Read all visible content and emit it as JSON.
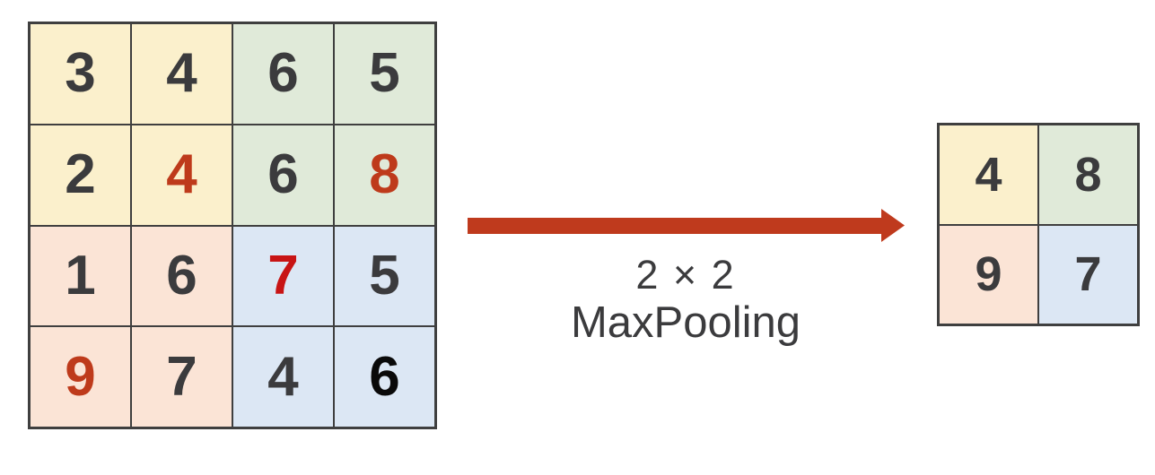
{
  "diagram": {
    "kind": "maxpooling-illustration",
    "operation": {
      "kernel_label": "2 × 2",
      "name_label": "MaxPooling"
    }
  },
  "colors": {
    "quadrant_yellow": "#FBF0CC",
    "quadrant_green": "#E0EAD9",
    "quadrant_peach": "#FBE4D6",
    "quadrant_blue": "#DCE7F4",
    "grid_border": "#3F3F3F",
    "number_dark": "#3B3B3D",
    "number_black": "#0A0A0A",
    "number_brick_red": "#BE3A1B",
    "number_bright_red": "#C81414",
    "arrow_red": "#BF3A1D",
    "label_text": "#3B3B3D"
  },
  "input_matrix": {
    "rows": [
      [
        {
          "value": "3",
          "bg": "quadrant_yellow",
          "color": "number_dark"
        },
        {
          "value": "4",
          "bg": "quadrant_yellow",
          "color": "number_dark"
        },
        {
          "value": "6",
          "bg": "quadrant_green",
          "color": "number_dark"
        },
        {
          "value": "5",
          "bg": "quadrant_green",
          "color": "number_dark"
        }
      ],
      [
        {
          "value": "2",
          "bg": "quadrant_yellow",
          "color": "number_dark"
        },
        {
          "value": "4",
          "bg": "quadrant_yellow",
          "color": "number_brick_red"
        },
        {
          "value": "6",
          "bg": "quadrant_green",
          "color": "number_dark"
        },
        {
          "value": "8",
          "bg": "quadrant_green",
          "color": "number_brick_red"
        }
      ],
      [
        {
          "value": "1",
          "bg": "quadrant_peach",
          "color": "number_dark"
        },
        {
          "value": "6",
          "bg": "quadrant_peach",
          "color": "number_dark"
        },
        {
          "value": "7",
          "bg": "quadrant_blue",
          "color": "number_bright_red"
        },
        {
          "value": "5",
          "bg": "quadrant_blue",
          "color": "number_dark"
        }
      ],
      [
        {
          "value": "9",
          "bg": "quadrant_peach",
          "color": "number_brick_red"
        },
        {
          "value": "7",
          "bg": "quadrant_peach",
          "color": "number_dark"
        },
        {
          "value": "4",
          "bg": "quadrant_blue",
          "color": "number_dark"
        },
        {
          "value": "6",
          "bg": "quadrant_blue",
          "color": "number_black"
        }
      ]
    ]
  },
  "output_matrix": {
    "rows": [
      [
        {
          "value": "4",
          "bg": "quadrant_yellow",
          "color": "number_dark"
        },
        {
          "value": "8",
          "bg": "quadrant_green",
          "color": "number_dark"
        }
      ],
      [
        {
          "value": "9",
          "bg": "quadrant_peach",
          "color": "number_dark"
        },
        {
          "value": "7",
          "bg": "quadrant_blue",
          "color": "number_dark"
        }
      ]
    ]
  }
}
